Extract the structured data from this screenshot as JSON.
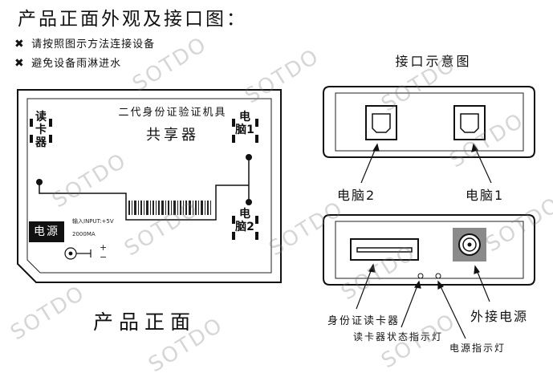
{
  "page_title": "产品正面外观及接口图：",
  "notes": [
    {
      "icon": "warning-icon",
      "text": "请按照图示方法连接设备"
    },
    {
      "icon": "warning-icon",
      "text": "避免设备雨淋进水"
    }
  ],
  "front_panel": {
    "title": "二代身份证验证机具",
    "subtitle": "共享器",
    "card_reader_label": "读卡器",
    "pc1_label": "电脑1",
    "pc2_label": "电脑2",
    "power_label": "电源",
    "input_spec": "输入INPUT:+5V",
    "current_spec": "2000MA",
    "plus": "+",
    "minus": "−",
    "caption": "产品正面"
  },
  "interface_diagram": {
    "title": "接口示意图",
    "pc2_port_label": "电脑2",
    "pc1_port_label": "电脑1",
    "card_reader_label": "身份证读卡器",
    "reader_status_label": "读卡器状态指示灯",
    "power_indicator_label": "电源指示灯",
    "external_power_label": "外接电源"
  },
  "watermark": "SOTDO",
  "colors": {
    "ink": "#111111",
    "panel_bg": "#ffffff",
    "power_port_bg": "#8a8a8a",
    "watermark": "#787878"
  }
}
